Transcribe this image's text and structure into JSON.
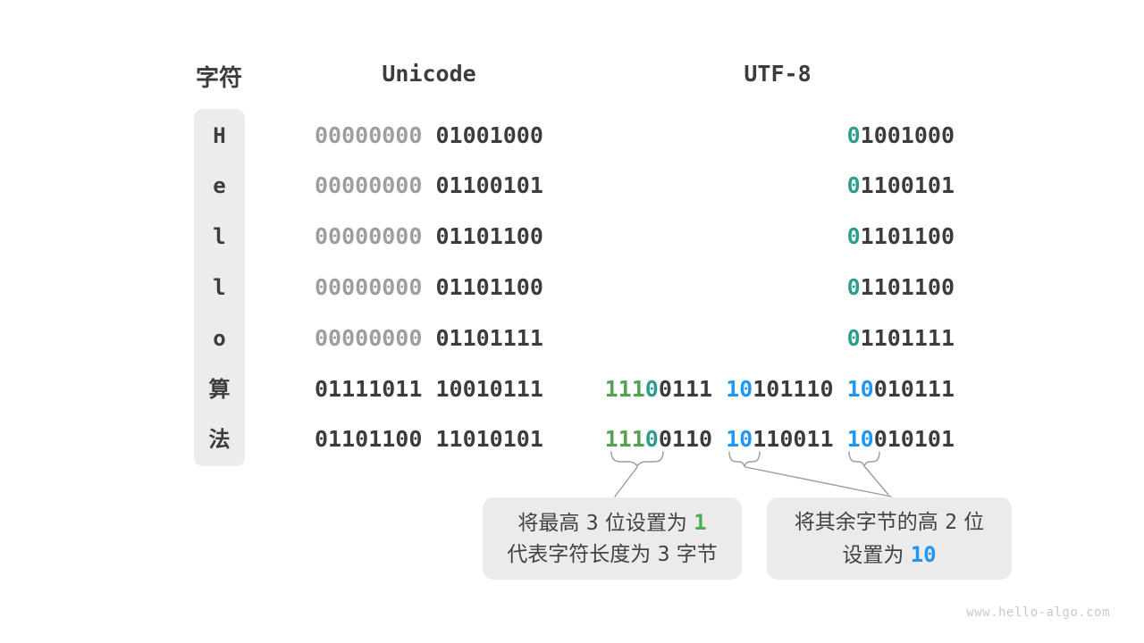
{
  "page": {
    "background": "#ffffff",
    "watermark": "www.hello-algo.com"
  },
  "colors": {
    "dark": "#3c3c3c",
    "muted": "#9e9e9e",
    "teal": "#2e9d8e",
    "green": "#55a152",
    "green_bright": "#4caf50",
    "blue": "#2196f3",
    "box_bg": "#ebebeb",
    "char_col_bg": "#ececec",
    "line_gray": "#9b9b9b",
    "watermark_gray": "#c9c9c9"
  },
  "headers": {
    "char": "字符",
    "unicode": "Unicode",
    "utf8": "UTF-8"
  },
  "rows": [
    {
      "char": "H",
      "unicode": [
        {
          "text": "00000000 ",
          "color": "muted"
        },
        {
          "text": "01001000",
          "color": "dark"
        }
      ],
      "utf8": [
        {
          "text": "0",
          "color": "teal"
        },
        {
          "text": "1001000",
          "color": "dark"
        }
      ]
    },
    {
      "char": "e",
      "unicode": [
        {
          "text": "00000000 ",
          "color": "muted"
        },
        {
          "text": "01100101",
          "color": "dark"
        }
      ],
      "utf8": [
        {
          "text": "0",
          "color": "teal"
        },
        {
          "text": "1100101",
          "color": "dark"
        }
      ]
    },
    {
      "char": "l",
      "unicode": [
        {
          "text": "00000000 ",
          "color": "muted"
        },
        {
          "text": "01101100",
          "color": "dark"
        }
      ],
      "utf8": [
        {
          "text": "0",
          "color": "teal"
        },
        {
          "text": "1101100",
          "color": "dark"
        }
      ]
    },
    {
      "char": "l",
      "unicode": [
        {
          "text": "00000000 ",
          "color": "muted"
        },
        {
          "text": "01101100",
          "color": "dark"
        }
      ],
      "utf8": [
        {
          "text": "0",
          "color": "teal"
        },
        {
          "text": "1101100",
          "color": "dark"
        }
      ]
    },
    {
      "char": "o",
      "unicode": [
        {
          "text": "00000000 ",
          "color": "muted"
        },
        {
          "text": "01101111",
          "color": "dark"
        }
      ],
      "utf8": [
        {
          "text": "0",
          "color": "teal"
        },
        {
          "text": "1101111",
          "color": "dark"
        }
      ]
    },
    {
      "char": "算",
      "unicode": [
        {
          "text": "01111011 10010111",
          "color": "dark"
        }
      ],
      "utf8": [
        {
          "text": "111",
          "color": "green"
        },
        {
          "text": "0",
          "color": "teal"
        },
        {
          "text": "0111 ",
          "color": "dark"
        },
        {
          "text": "10",
          "color": "blue"
        },
        {
          "text": "101110 ",
          "color": "dark"
        },
        {
          "text": "10",
          "color": "blue"
        },
        {
          "text": "010111",
          "color": "dark"
        }
      ]
    },
    {
      "char": "法",
      "unicode": [
        {
          "text": "01101100 11010101",
          "color": "dark"
        }
      ],
      "utf8": [
        {
          "text": "111",
          "color": "green"
        },
        {
          "text": "0",
          "color": "teal"
        },
        {
          "text": "0110 ",
          "color": "dark"
        },
        {
          "text": "10",
          "color": "blue"
        },
        {
          "text": "110011 ",
          "color": "dark"
        },
        {
          "text": "10",
          "color": "blue"
        },
        {
          "text": "010101",
          "color": "dark"
        }
      ]
    }
  ],
  "callouts": {
    "left": {
      "line1": [
        {
          "text": "将最高 "
        },
        {
          "text": "3",
          "mono": true
        },
        {
          "text": " 位设置为 "
        },
        {
          "text": "1",
          "color": "green_bright",
          "mono": true,
          "bold": true
        }
      ],
      "line2": [
        {
          "text": "代表字符长度为 "
        },
        {
          "text": "3",
          "mono": true
        },
        {
          "text": " 字节"
        }
      ]
    },
    "right": {
      "line1": [
        {
          "text": "将其余字节的高 "
        },
        {
          "text": "2",
          "mono": true
        },
        {
          "text": " 位"
        }
      ],
      "line2": [
        {
          "text": "设置为 "
        },
        {
          "text": "10",
          "color": "blue",
          "mono": true,
          "bold": true
        }
      ]
    }
  }
}
